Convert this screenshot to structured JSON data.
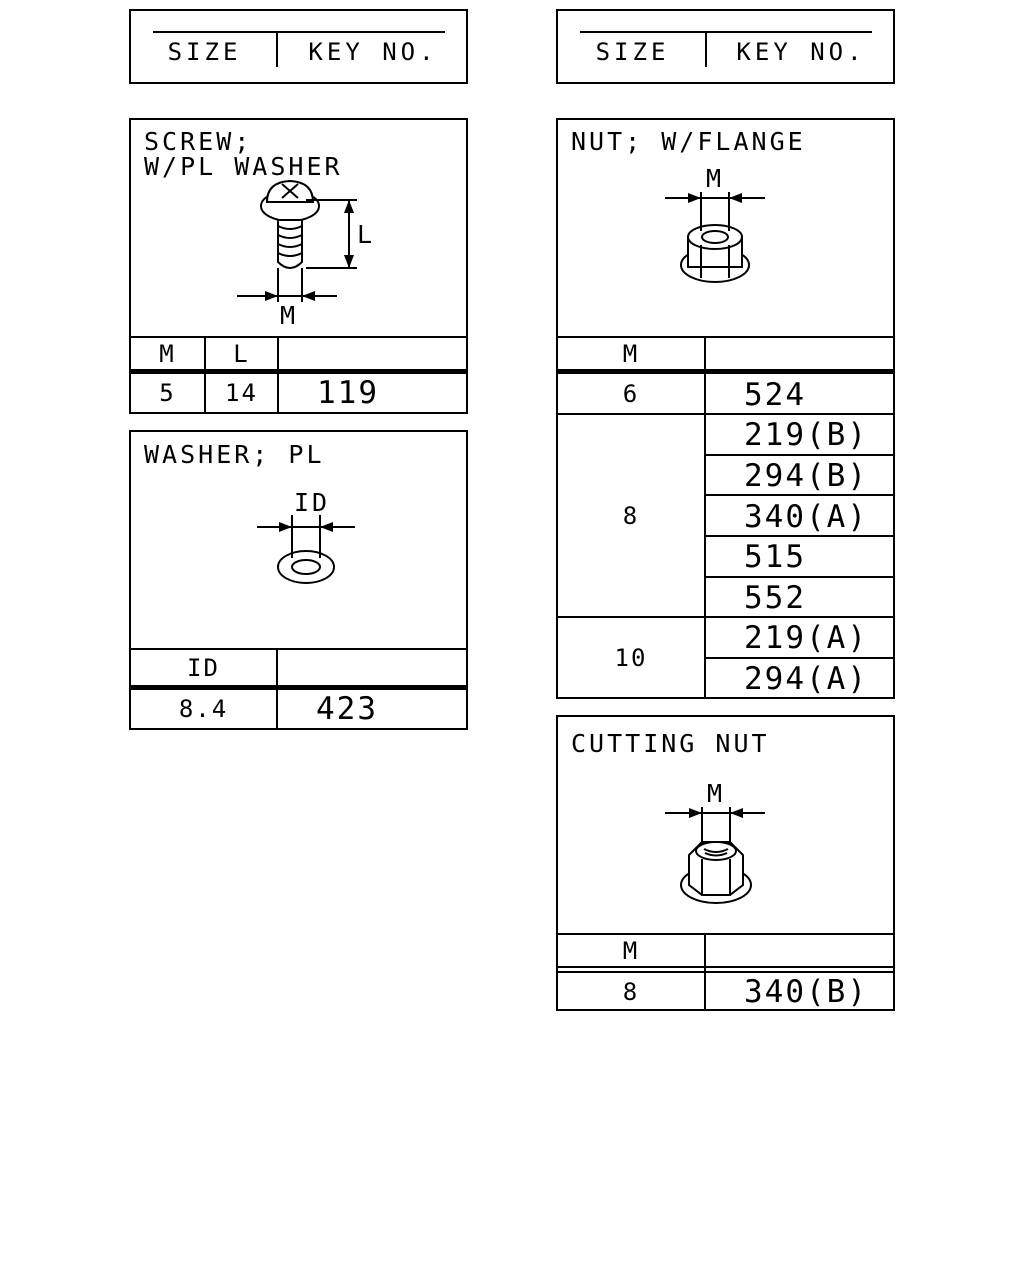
{
  "headers": [
    {
      "size": "SIZE",
      "key": "KEY NO."
    },
    {
      "size": "SIZE",
      "key": "KEY NO."
    }
  ],
  "screw": {
    "title1": "SCREW;",
    "title2": "W/PL WASHER",
    "dim_l": "L",
    "dim_m": "M",
    "col_m": "M",
    "col_l": "L",
    "row": {
      "m": "5",
      "l": "14",
      "key": "119"
    }
  },
  "washer": {
    "title": "WASHER; PL",
    "dim_id": "ID",
    "col_id": "ID",
    "row": {
      "id": "8.4",
      "key": "423"
    }
  },
  "nut_flange": {
    "title": "NUT; W/FLANGE",
    "dim_m": "M",
    "col_m": "M",
    "groups": [
      {
        "m": "6",
        "keys": [
          "524"
        ]
      },
      {
        "m": "8",
        "keys": [
          "219(B)",
          "294(B)",
          "340(A)",
          "515",
          "552"
        ]
      },
      {
        "m": "10",
        "keys": [
          "219(A)",
          "294(A)"
        ]
      }
    ]
  },
  "cutting_nut": {
    "title": "CUTTING NUT",
    "dim_m": "M",
    "col_m": "M",
    "row": {
      "m": "8",
      "key": "340(B)"
    }
  }
}
